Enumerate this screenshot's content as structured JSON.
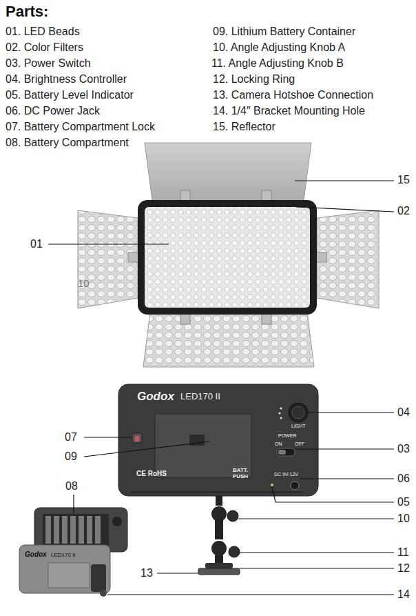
{
  "diagram": {
    "title": "Parts:",
    "labels": [
      "01. LED Beads",
      "02. Color Filters",
      "03. Power Switch",
      "04. Brightness Controller",
      "05. Battery Level Indicator",
      "06. DC Power Jack",
      "07. Battery Compartment Lock",
      "08. Battery Compartment",
      "09. Lithium Battery Container",
      "10. Angle Adjusting Knob A",
      "11. Angle Adjusting Knob B",
      "12. Locking Ring",
      "13. Camera Hotshoe Connection",
      "14. 1/4″ Bracket Mounting Hole",
      "15. Reflector",
      "15",
      "02",
      "01",
      "10",
      "04",
      "07",
      "09",
      "03",
      "06",
      "05",
      "08",
      "10",
      "11",
      "12",
      "13",
      "14",
      "Godox",
      "LED170 II",
      "CE RoHS",
      "BATT. PUSH",
      "LIGHT",
      "POWER",
      "ON",
      "OFF",
      "DC 9V-12V",
      "Godox",
      "LED170 II"
    ]
  }
}
